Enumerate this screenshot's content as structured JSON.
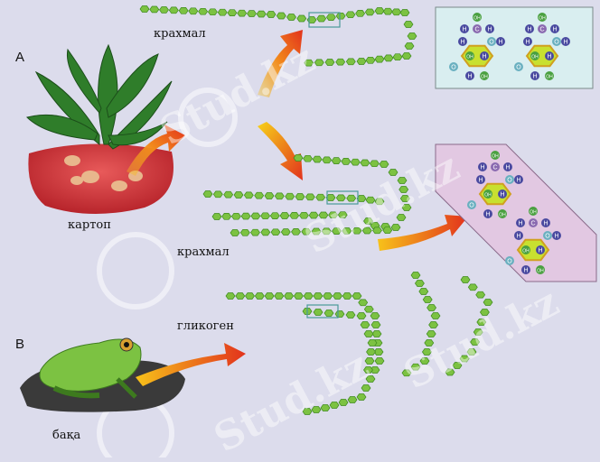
{
  "section_a": {
    "letter": "A",
    "starch_label_top": "крахмал",
    "plant_label": "картоп",
    "starch_label_middle": "крахмал"
  },
  "section_b": {
    "letter": "B",
    "glycogen_label": "гликоген",
    "animal_label": "бақа"
  },
  "watermark": "Stud.kz",
  "molecule_atoms": {
    "carbon": "C",
    "hydrogen": "H",
    "oxygen": "O",
    "hydroxyl": "OH"
  },
  "colors": {
    "background": "#dcdcec",
    "chain": "#7cc242",
    "arrow_start": "#f7c21a",
    "arrow_end": "#e2321c",
    "mol_box_top": "#d9eef0",
    "mol_box_mid": "#e2c8e2"
  }
}
